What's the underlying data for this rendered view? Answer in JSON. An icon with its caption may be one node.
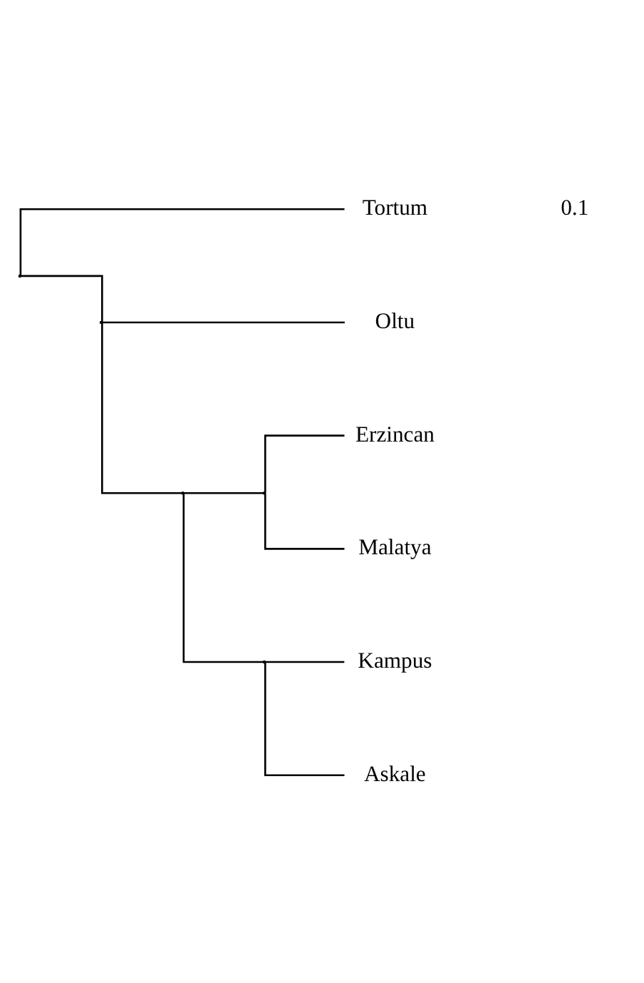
{
  "diagram": {
    "nodes": [
      {
        "text": [
          "Erzincan"
        ]
      },
      {
        "text": [
          "Malatya"
        ]
      },
      {
        "text": [
          "Kampus"
        ]
      },
      {
        "text": [
          "Askale"
        ]
      },
      {
        "text": [
          "Oltu"
        ]
      },
      {
        "text": [
          "Tortum"
        ]
      },
      {
        "text": [],
        "shape": "point"
      },
      {
        "text": [],
        "shape": "point"
      },
      {
        "text": [],
        "shape": "point"
      },
      {
        "text": [],
        "shape": "point"
      },
      {
        "text": [],
        "shape": "point"
      }
    ],
    "edges": [
      {
        "from": 6,
        "to": 7,
        "arrow": "none"
      },
      {
        "from": 6,
        "to": 5,
        "arrow": "none"
      },
      {
        "from": 7,
        "to": 8,
        "arrow": "none"
      },
      {
        "from": 7,
        "to": 4,
        "arrow": "none"
      },
      {
        "from": 8,
        "to": 9,
        "arrow": "none"
      },
      {
        "from": 8,
        "to": 10,
        "arrow": "none"
      },
      {
        "from": 9,
        "to": 0,
        "arrow": "none"
      },
      {
        "from": 9,
        "to": 1,
        "arrow": "none"
      },
      {
        "from": 10,
        "to": 2,
        "arrow": "none"
      },
      {
        "from": 10,
        "to": 3,
        "arrow": "none"
      }
    ],
    "labels": [
      "0.1"
    ]
  }
}
